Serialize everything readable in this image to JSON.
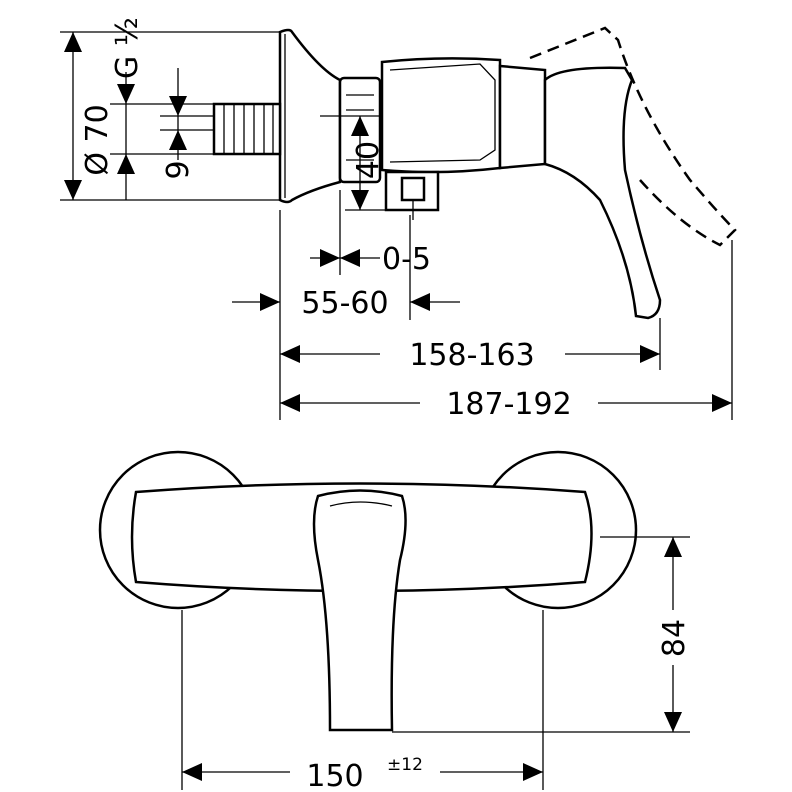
{
  "side_view": {
    "dia_label": "Ø 70",
    "thread_label": "G ½",
    "pipe_label": "9",
    "height_label": "40",
    "offset_label": "0-5",
    "depth_label": "55-60",
    "lever_reach_label": "158-163",
    "total_reach_label": "187-192"
  },
  "top_view": {
    "height_label": "84",
    "spacing_label": "150",
    "tolerance_label": "±12"
  }
}
